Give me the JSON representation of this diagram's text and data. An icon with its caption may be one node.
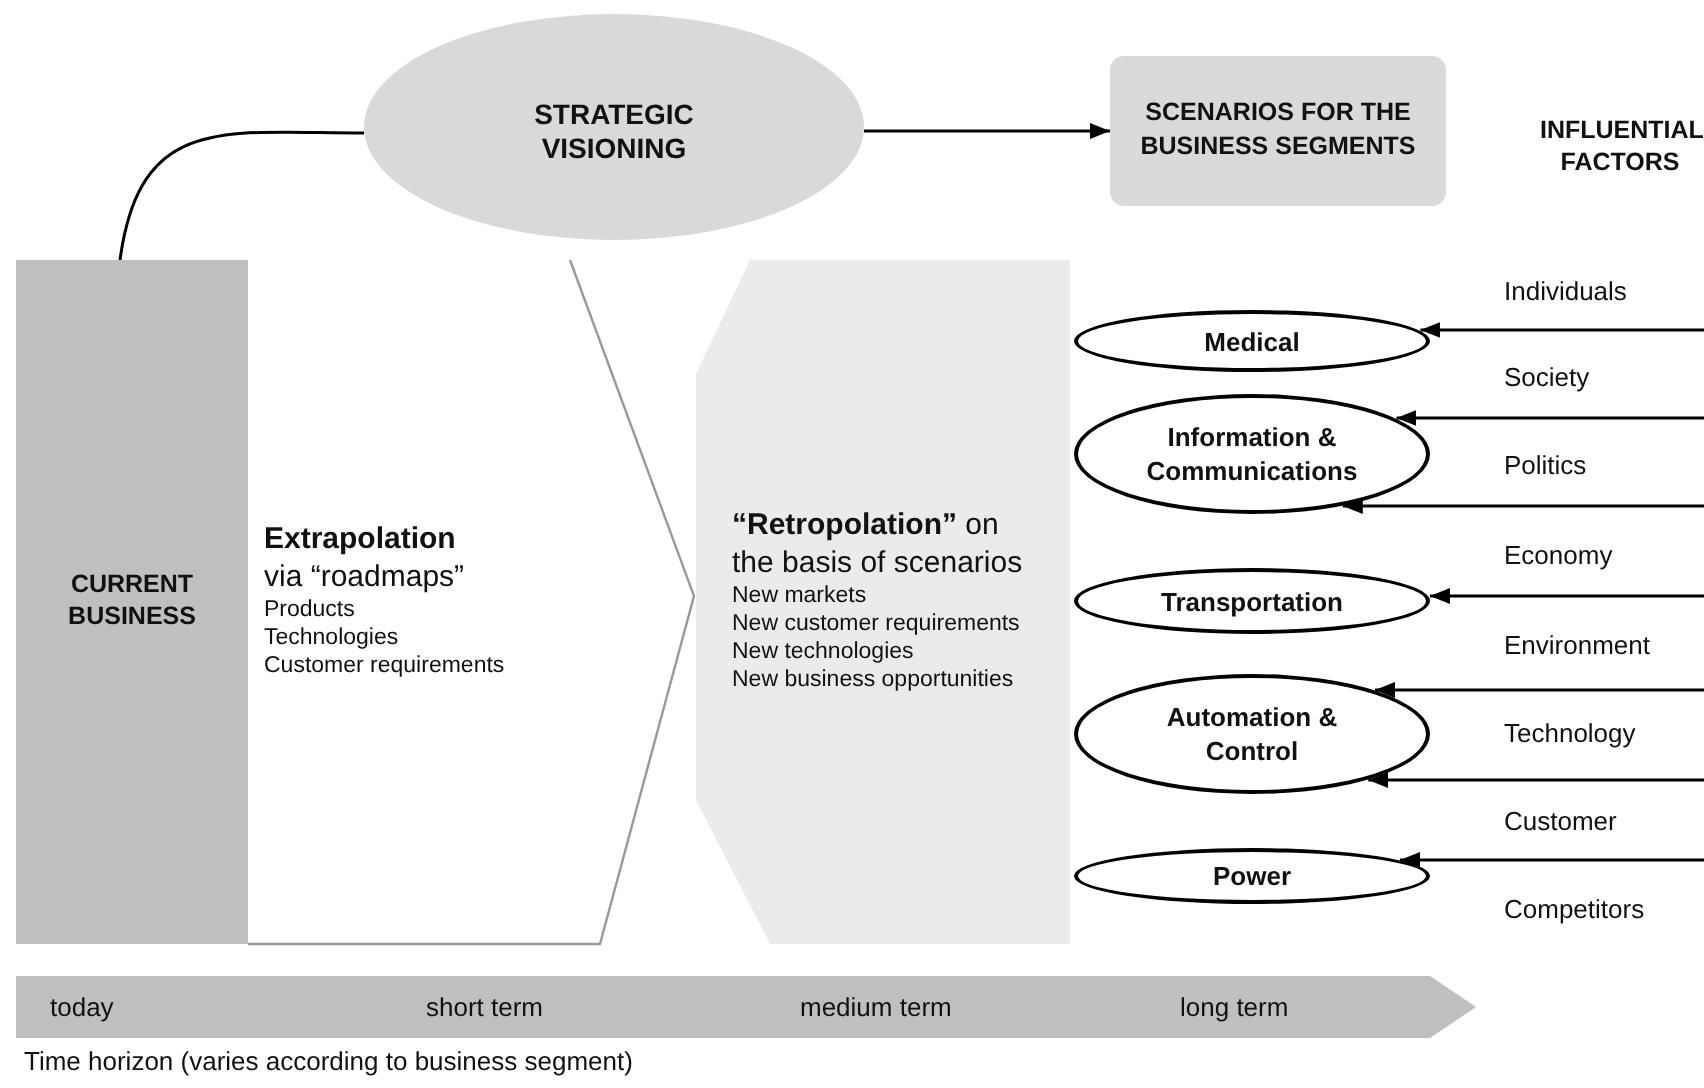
{
  "diagram": {
    "nodes": [
      {
        "text": [
          "STRATEGIC VISIONING"
        ]
      },
      {
        "text": [
          "SCENARIOS FOR THE BUSINESS SEGMENTS"
        ]
      },
      {
        "text": [
          "CURRENT BUSINESS"
        ]
      },
      {
        "text": [
          "**Extrapolation** via “roadmaps”",
          "Products",
          "Technologies",
          "Customer requirements"
        ]
      },
      {
        "text": [
          "**“Retropolation”** on the basis of scenarios",
          "New markets",
          "New customer requirements",
          "New technologies",
          "New business opportunities"
        ]
      },
      {
        "text": [
          "Medical"
        ]
      },
      {
        "text": [
          "Information & Communications"
        ]
      },
      {
        "text": [
          "Transportation"
        ]
      },
      {
        "text": [
          "Automation & Control"
        ]
      },
      {
        "text": [
          "Power"
        ]
      },
      {
        "text": [
          "today",
          "short term",
          "medium term",
          "long term"
        ],
        "beside": [
          "Time horizon (varies according to business segment)"
        ]
      }
    ],
    "edges": [
      {
        "from": 2,
        "to": 0,
        "arrow": "none"
      },
      {
        "from": 0,
        "to": 1,
        "arrow": "to"
      },
      {
        "from": null,
        "to": 5,
        "arrow": "to"
      },
      {
        "from": null,
        "to": 6,
        "arrow": "to"
      },
      {
        "from": null,
        "to": 6,
        "arrow": "to"
      },
      {
        "from": null,
        "to": 7,
        "arrow": "to"
      },
      {
        "from": null,
        "to": 8,
        "arrow": "to"
      },
      {
        "from": null,
        "to": 8,
        "arrow": "to"
      },
      {
        "from": null,
        "to": 9,
        "arrow": "to"
      }
    ],
    "labels": [
      "INFLUENTIAL FACTORS",
      "Individuals",
      "Society",
      "Politics",
      "Economy",
      "Environment",
      "Technology",
      "Customer",
      "Competitors"
    ]
  }
}
